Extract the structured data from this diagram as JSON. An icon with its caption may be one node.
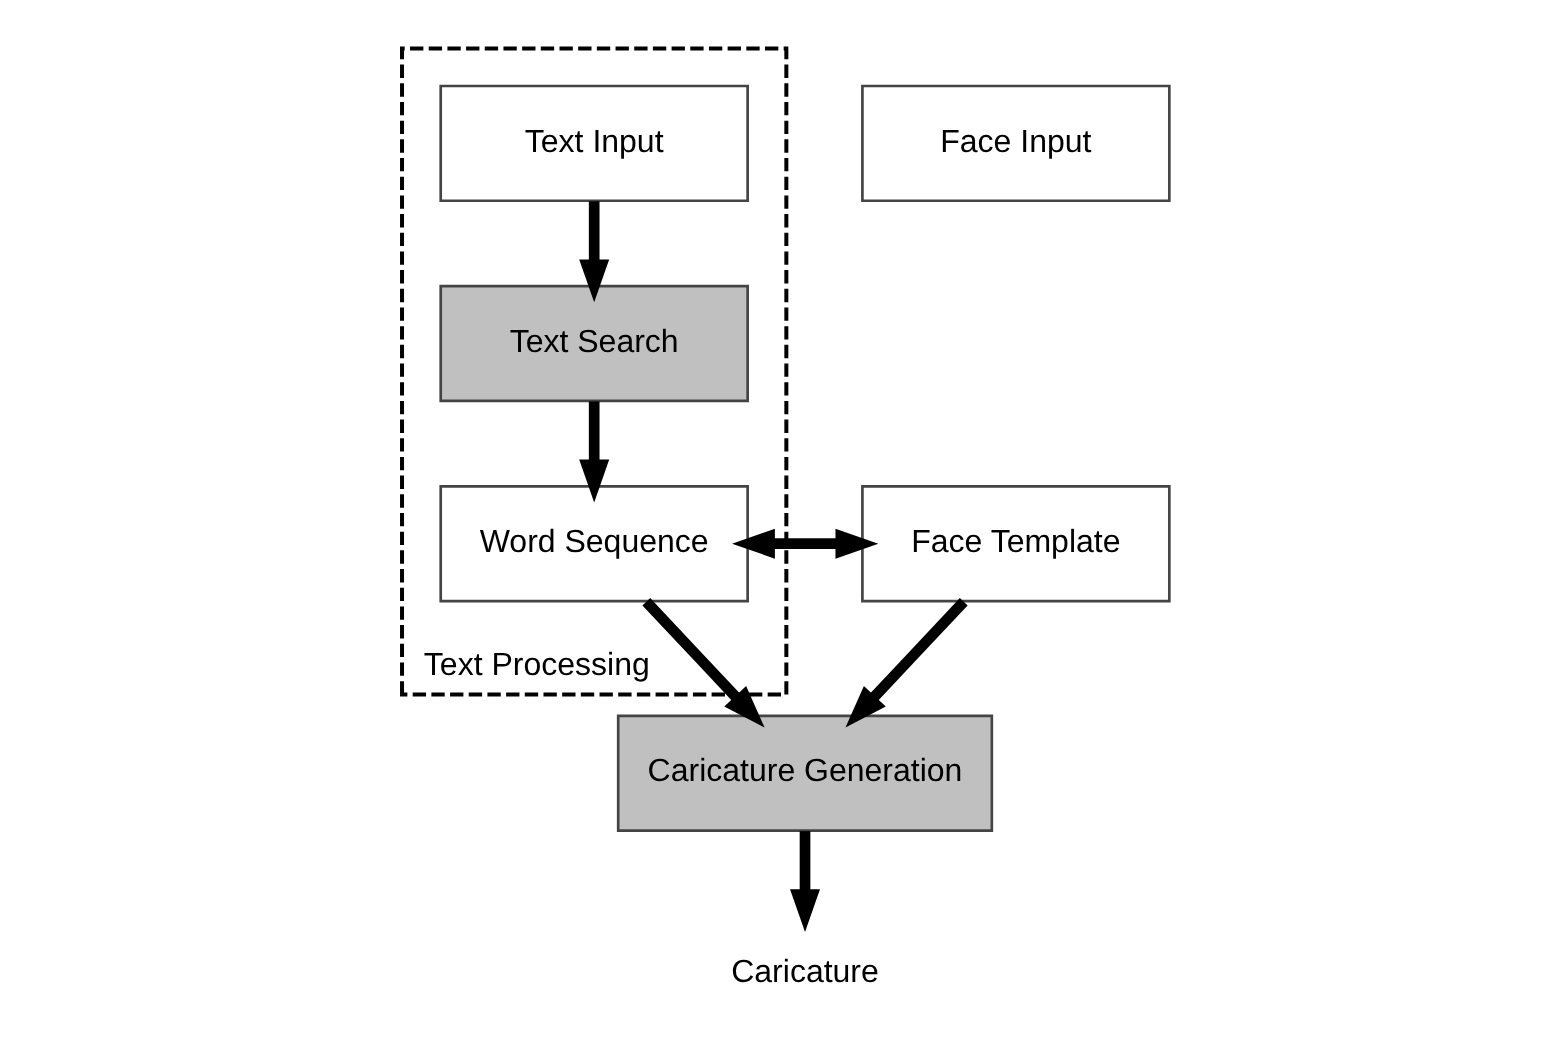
{
  "diagram": {
    "nodes": [
      {
        "text": [
          "Text Processing"
        ]
      },
      {
        "text": [
          "Text Input"
        ],
        "in": 0
      },
      {
        "text": [
          "Text Search"
        ],
        "in": 0
      },
      {
        "text": [
          "Word Sequence"
        ],
        "in": 0
      },
      {
        "text": [
          "Face Input"
        ]
      },
      {
        "text": [
          "Face Template"
        ]
      },
      {
        "text": [
          "Caricature Generation"
        ]
      },
      {
        "text": [
          "Caricature"
        ]
      }
    ],
    "edges": [
      {
        "from": 1,
        "to": 2,
        "arrow": "to"
      },
      {
        "from": 2,
        "to": 3,
        "arrow": "to"
      },
      {
        "from": 3,
        "to": 6,
        "arrow": "to"
      },
      {
        "from": 5,
        "to": 3,
        "arrow": "both"
      },
      {
        "from": 5,
        "to": 6,
        "arrow": "to"
      },
      {
        "from": 6,
        "to": 7,
        "arrow": "to"
      }
    ]
  }
}
